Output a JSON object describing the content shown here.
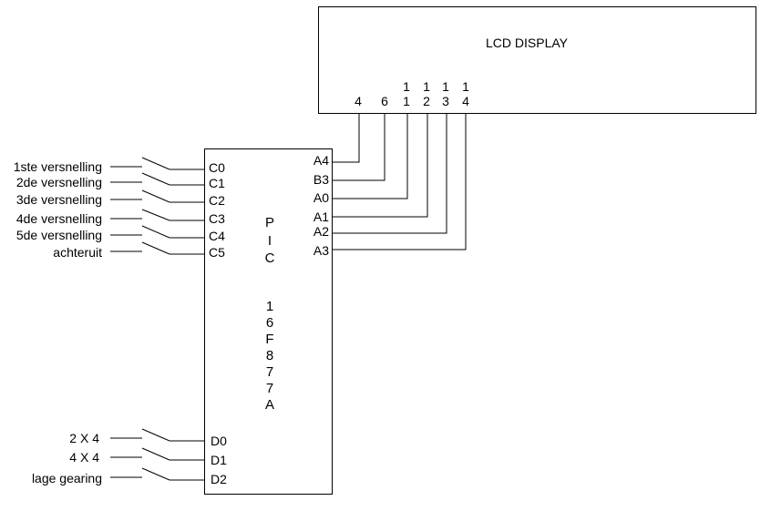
{
  "lcd": {
    "title": "LCD DISPLAY",
    "pins": [
      {
        "top": "",
        "bottom": "4"
      },
      {
        "top": "",
        "bottom": "6"
      },
      {
        "top": "1",
        "bottom": "1"
      },
      {
        "top": "1",
        "bottom": "2"
      },
      {
        "top": "1",
        "bottom": "3"
      },
      {
        "top": "1",
        "bottom": "4"
      }
    ]
  },
  "pic": {
    "name_letters": [
      "P",
      "I",
      "C"
    ],
    "model_chars": [
      "1",
      "6",
      "F",
      "8",
      "7",
      "7",
      "A"
    ],
    "right_pins": [
      "A4",
      "B3",
      "A0",
      "A1",
      "A2",
      "A3"
    ]
  },
  "gear_switches": [
    {
      "label": "1ste versnelling",
      "pin": "C0"
    },
    {
      "label": "2de versnelling",
      "pin": "C1"
    },
    {
      "label": "3de versnelling",
      "pin": "C2"
    },
    {
      "label": "4de versnelling",
      "pin": "C3"
    },
    {
      "label": "5de versnelling",
      "pin": "C4"
    },
    {
      "label": "achteruit",
      "pin": "C5"
    }
  ],
  "drive_switches": [
    {
      "label": "2 X 4",
      "pin": "D0"
    },
    {
      "label": "4 X 4",
      "pin": "D1"
    },
    {
      "label": "lage gearing",
      "pin": "D2"
    }
  ]
}
